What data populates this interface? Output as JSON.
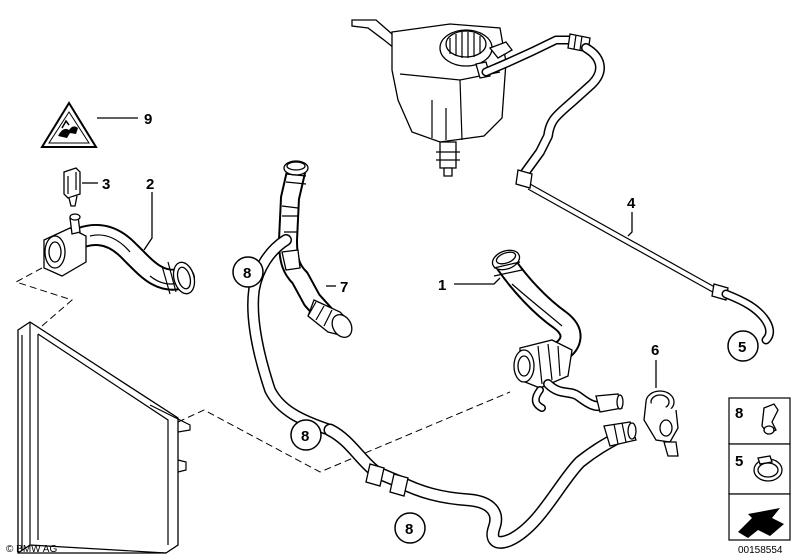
{
  "callouts": {
    "n1": "1",
    "n2": "2",
    "n3": "3",
    "n4": "4",
    "n5": "5",
    "n6": "6",
    "n7": "7",
    "n8a": "8",
    "n8b": "8",
    "n8c": "8",
    "n9": "9"
  },
  "legend": {
    "item_8": "8",
    "item_5": "5"
  },
  "footer": {
    "copyright": "© BMW AG",
    "diagram_number": "00158554"
  }
}
